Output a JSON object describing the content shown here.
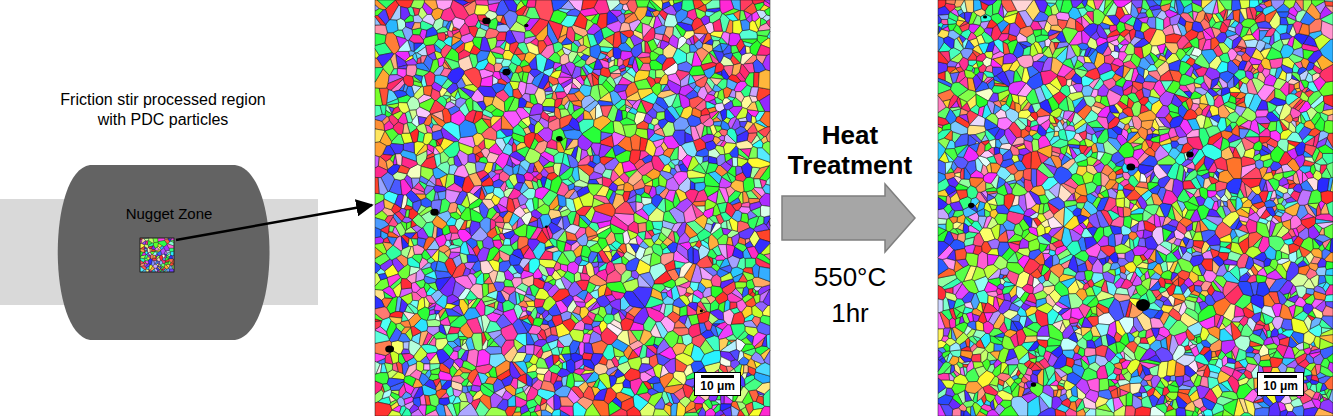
{
  "diagram": {
    "nodes": [
      {
        "text": [
          "Nugget Zone"
        ]
      },
      {
        "text": [
          "10 μm"
        ]
      },
      {
        "text": [
          "10 μm"
        ]
      }
    ],
    "labels": [
      "Friction stir processed region with PDC particles",
      "Heat Treatment",
      "550°C",
      "1hr"
    ]
  }
}
